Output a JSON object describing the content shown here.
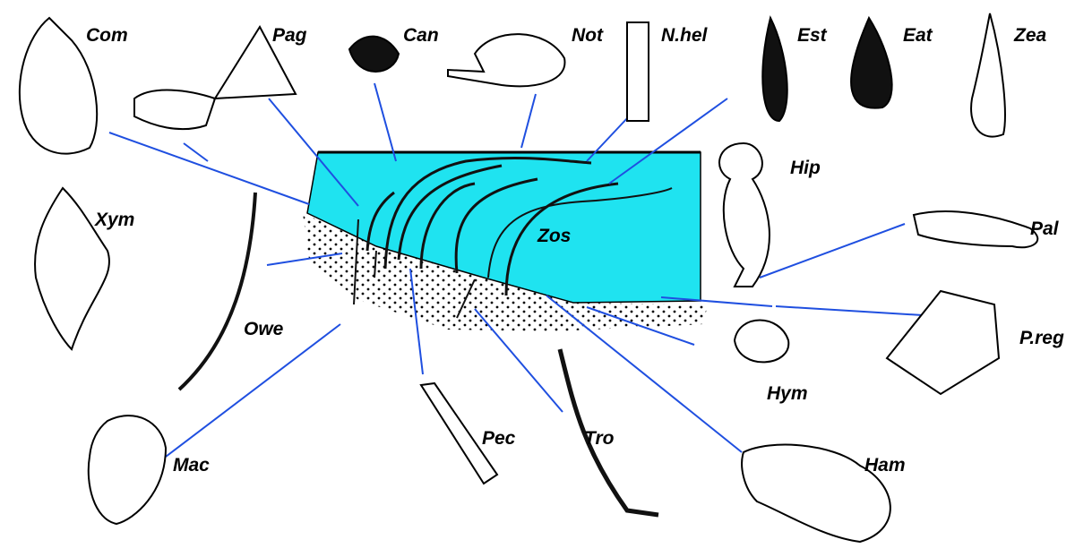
{
  "colors": {
    "water": "#1fe3f0",
    "leader_line": "#1f4fe0",
    "outline": "#000000"
  },
  "labels": {
    "com": "Com",
    "pag": "Pag",
    "can": "Can",
    "not": "Not",
    "nhel": "N.hel",
    "est": "Est",
    "eat": "Eat",
    "zea": "Zea",
    "hip": "Hip",
    "xym": "Xym",
    "pal": "Pal",
    "zos": "Zos",
    "owe": "Owe",
    "preg": "P.reg",
    "hym": "Hym",
    "mac": "Mac",
    "pec": "Pec",
    "tro": "Tro",
    "ham": "Ham"
  }
}
